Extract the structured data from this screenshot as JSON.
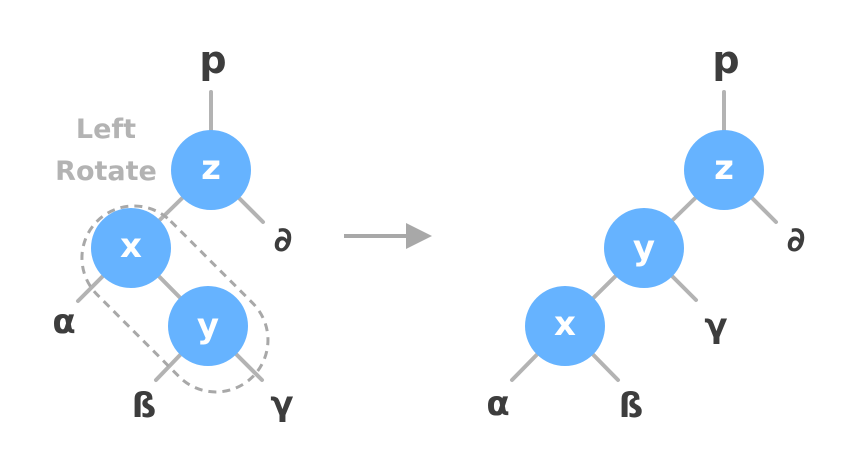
{
  "caption": {
    "line1": "Left",
    "line2": "Rotate"
  },
  "before": {
    "parent": "p",
    "nodes": {
      "z": "z",
      "x": "x",
      "y": "y"
    },
    "subtrees": {
      "delta": "∂",
      "alpha": "α",
      "beta": "ß",
      "gamma": "γ"
    }
  },
  "after": {
    "parent": "p",
    "nodes": {
      "z": "z",
      "y": "y",
      "x": "x"
    },
    "subtrees": {
      "delta": "∂",
      "gamma": "γ",
      "alpha": "α",
      "beta": "ß"
    }
  },
  "colors": {
    "node_fill": "#66b3ff",
    "edge": "#b3b3b3",
    "text_dark": "#3d3d3d",
    "caption": "#b3b3b3"
  }
}
